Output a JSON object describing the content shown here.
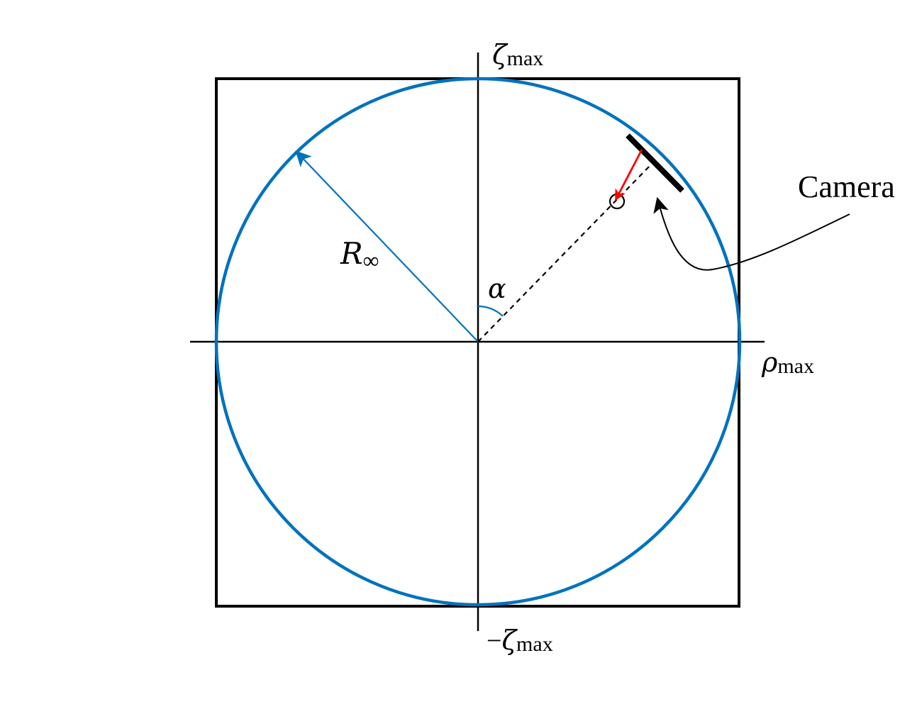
{
  "labels": {
    "zeta_top": {
      "symbol": "ζ",
      "subscript": "max"
    },
    "zeta_bottom": {
      "sign": "−",
      "symbol": "ζ",
      "subscript": "max"
    },
    "rho": {
      "symbol": "ρ",
      "subscript": "max"
    },
    "radius": {
      "symbol": "R",
      "subscript": "∞"
    },
    "angle": "α",
    "camera": "Camera"
  },
  "colors": {
    "circle": "#0072BD",
    "frame": "#000000",
    "axes": "#000000",
    "view_arrow": "#FF0000",
    "background": "#FFFFFF"
  }
}
